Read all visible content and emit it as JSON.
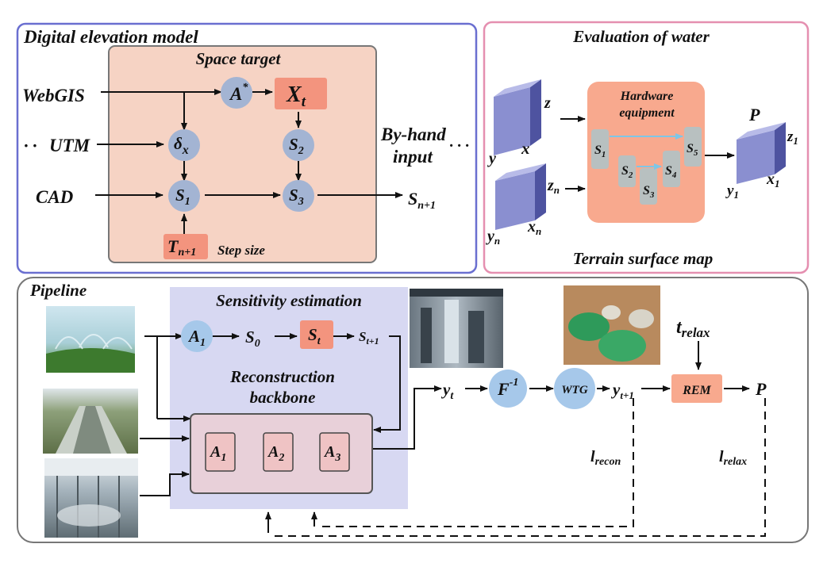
{
  "panels": {
    "dem": {
      "title": "Digital elevation model",
      "space_target": "Space target",
      "inputs": [
        "WebGIS",
        "UTM",
        "CAD"
      ],
      "ellipsis": "· ·",
      "nodes": {
        "a_star": {
          "base": "A",
          "sup": "*"
        },
        "x_t": {
          "base": "X",
          "sub": "t"
        },
        "delta_x": {
          "base": "δ",
          "sub": "x"
        },
        "s2": {
          "base": "S",
          "sub": "2"
        },
        "s1": {
          "base": "S",
          "sub": "1"
        },
        "s3": {
          "base": "S",
          "sub": "3"
        },
        "t_n1": {
          "base": "T",
          "sub": "n+1"
        },
        "s_n1": {
          "base": "S",
          "sub": "n+1"
        }
      },
      "step_size": "Step size",
      "by_hand_1": "By-hand",
      "by_hand_2": "input",
      "trailing_dots": "· · ·"
    },
    "evaluation": {
      "title": "Evaluation of water",
      "subtitle": "Terrain surface map",
      "hardware_1": "Hardware",
      "hardware_2": "equipment",
      "cube1": {
        "z": "z",
        "x": "x",
        "y": "y"
      },
      "cube2": {
        "z": {
          "base": "z",
          "sub": "n"
        },
        "x": {
          "base": "x",
          "sub": "n"
        },
        "y": {
          "base": "y",
          "sub": "n"
        }
      },
      "cube_out": {
        "p": "P",
        "z": {
          "base": "z",
          "sub": "1"
        },
        "x": {
          "base": "x",
          "sub": "1"
        },
        "y": {
          "base": "y",
          "sub": "1"
        }
      },
      "hw_nodes": [
        {
          "base": "S",
          "sub": "1"
        },
        {
          "base": "S",
          "sub": "2"
        },
        {
          "base": "S",
          "sub": "3"
        },
        {
          "base": "S",
          "sub": "4"
        },
        {
          "base": "S",
          "sub": "5"
        }
      ]
    },
    "pipeline": {
      "title": "Pipeline",
      "sensitivity": "Sensitivity estimation",
      "recon_1": "Reconstruction",
      "recon_2": "backbone",
      "a1": {
        "base": "A",
        "sub": "1"
      },
      "s0": {
        "base": "S",
        "sub": "0"
      },
      "st": {
        "base": "S",
        "sub": "t"
      },
      "st1": {
        "base": "S",
        "sub": "t+1"
      },
      "blocks": [
        {
          "base": "A",
          "sub": "1"
        },
        {
          "base": "A",
          "sub": "2"
        },
        {
          "base": "A",
          "sub": "3"
        }
      ],
      "yt": {
        "base": "y",
        "sub": "t"
      },
      "f_inv": {
        "base": "F",
        "sup": "-1"
      },
      "wtg": "WTG",
      "yt1": {
        "base": "y",
        "sub": "t+1"
      },
      "t_relax": {
        "base": "t",
        "sub": "relax"
      },
      "rem": "REM",
      "p": "P",
      "l_recon": {
        "base": "l",
        "sub": "recon"
      },
      "l_relax": {
        "base": "l",
        "sub": "relax"
      }
    }
  },
  "colors": {
    "dem_border": "#6a6fd0",
    "eval_border": "#e58fb0",
    "pipeline_border": "#777777",
    "space_fill": "#f6d3c4",
    "node_blue": "#a3b4d3",
    "node_salmon": "#f3947e",
    "hw_fill": "#f8a98e",
    "hw_node": "#b8c0c0",
    "sens_fill": "#d7d8f2",
    "cube_front": "#8a8fd0",
    "cube_side": "#4e53a0",
    "circle_blue": "#a6c8ea",
    "block_fill": "#efc3c4"
  }
}
